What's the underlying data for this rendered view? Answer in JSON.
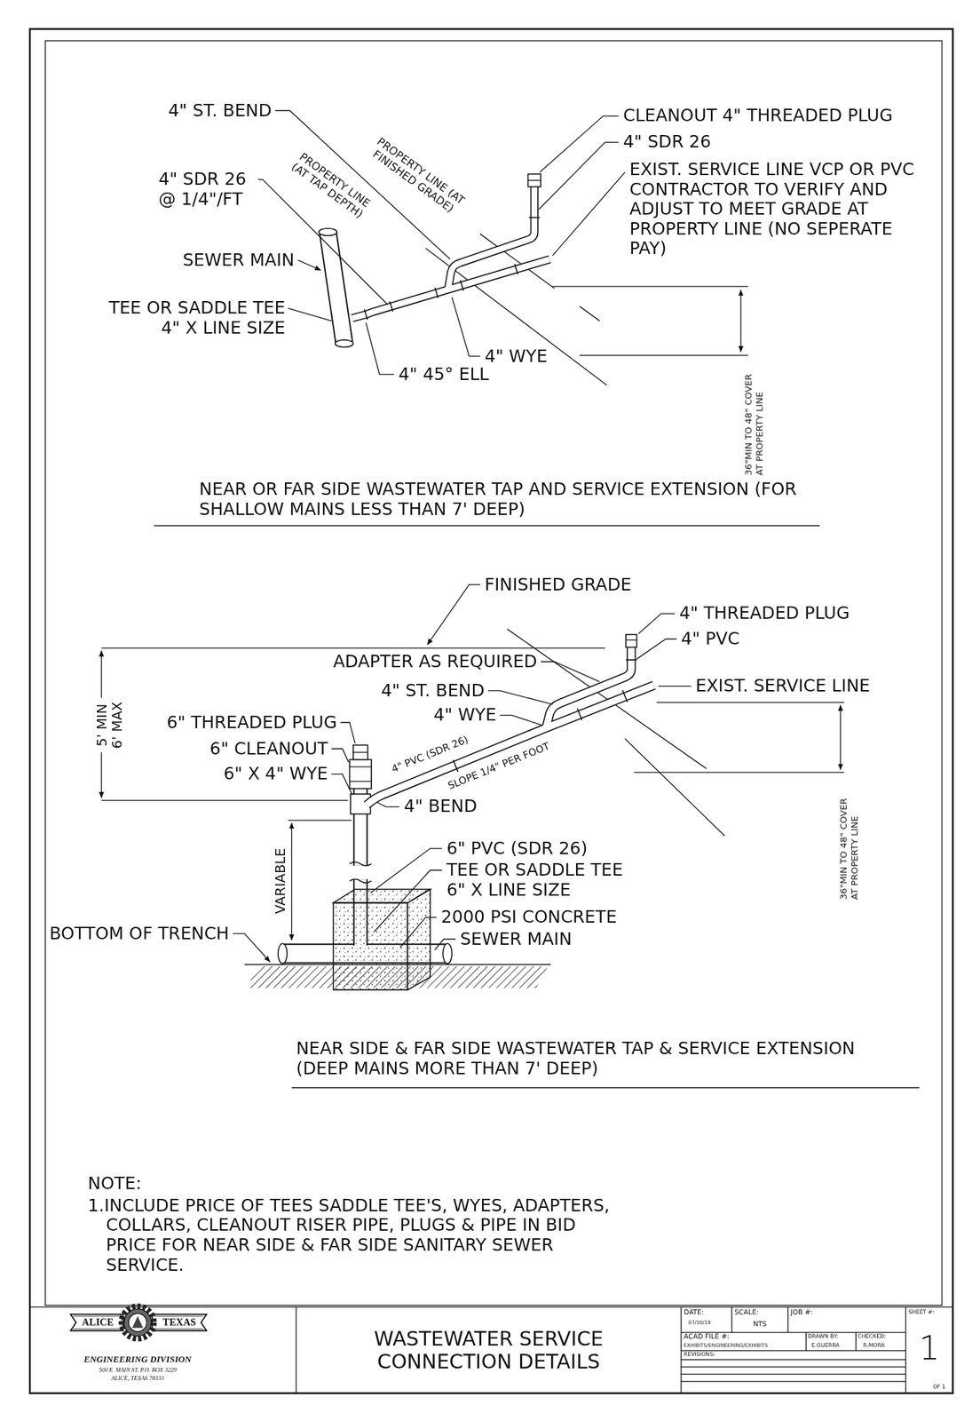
{
  "diagram": {
    "title": "WASTEWATER SERVICE CONNECTION DETAILS",
    "nodes": [
      {
        "text": [
          "ALICE",
          "TEXAS",
          "ENGINEERING DIVISION",
          "500 E. MAIN ST. P.O. BOX 3229",
          "ALICE, TEXAS 78333"
        ]
      },
      {
        "text": [
          "DATE:",
          "07/10/19"
        ]
      },
      {
        "text": [
          "SCALE:",
          "NTS"
        ]
      },
      {
        "text": [
          "JOB #:"
        ]
      },
      {
        "text": [
          "ACAD FILE #:",
          "EXHIBITS/ENGINEERING/EXHIBITS"
        ]
      },
      {
        "text": [
          "DRAWN BY:",
          "E.GUERRA"
        ]
      },
      {
        "text": [
          "CHECKED:",
          "R.MORA"
        ]
      },
      {
        "text": [
          "REVISIONS:"
        ]
      },
      {
        "text": [
          "SHEET #:",
          "1",
          "OF 1"
        ]
      }
    ],
    "labels": [
      "4\" ST. BEND",
      "CLEANOUT 4\" THREADED PLUG",
      "4\" SDR 26",
      "EXIST. SERVICE LINE VCP OR PVC CONTRACTOR TO VERIFY AND ADJUST TO MEET GRADE AT PROPERTY LINE (NO SEPERATE PAY)",
      "PROPERTY LINE (AT FINISHED GRADE)",
      "4\" SDR 26 @ 1/4\"/FT",
      "PROPERTY LINE (AT TAP DEPTH)",
      "SEWER MAIN",
      "TEE OR SADDLE TEE 4\" X LINE SIZE",
      "4\" WYE",
      "4\" 45° ELL",
      "36\"MIN TO 48\" COVER AT PROPERTY LINE",
      "NEAR OR FAR SIDE WASTEWATER TAP AND SERVICE EXTENSION (FOR SHALLOW MAINS LESS THAN 7' DEEP)",
      "FINISHED GRADE",
      "4\" THREADED PLUG",
      "ADAPTER AS REQUIRED",
      "4\" PVC",
      "4\" ST. BEND",
      "EXIST. SERVICE LINE",
      "4\" WYE",
      "5' MIN 6' MAX",
      "6\" THREADED PLUG",
      "6\" CLEANOUT",
      "6\" X 4\" WYE",
      "4\" PVC (SDR 26)",
      "SLOPE 1/4\" PER FOOT",
      "4\" BEND",
      "6\" PVC (SDR 26)",
      "TEE OR SADDLE TEE 6\" X LINE SIZE",
      "2000 PSI CONCRETE",
      "BOTTOM OF TRENCH",
      "SEWER MAIN",
      "VARIABLE",
      "36\"MIN TO 48\" COVER AT PROPERTY LINE",
      "NEAR SIDE & FAR SIDE WASTEWATER TAP & SERVICE EXTENSION (DEEP MAINS MORE THAN 7' DEEP)",
      "NOTE:",
      "1.INCLUDE PRICE OF TEES SADDLE TEE'S, WYES, ADAPTERS, COLLARS, CLEANOUT RISER PIPE, PLUGS & PIPE IN BID PRICE FOR NEAR SIDE & FAR SIDE SANITARY SEWER SERVICE."
    ]
  }
}
